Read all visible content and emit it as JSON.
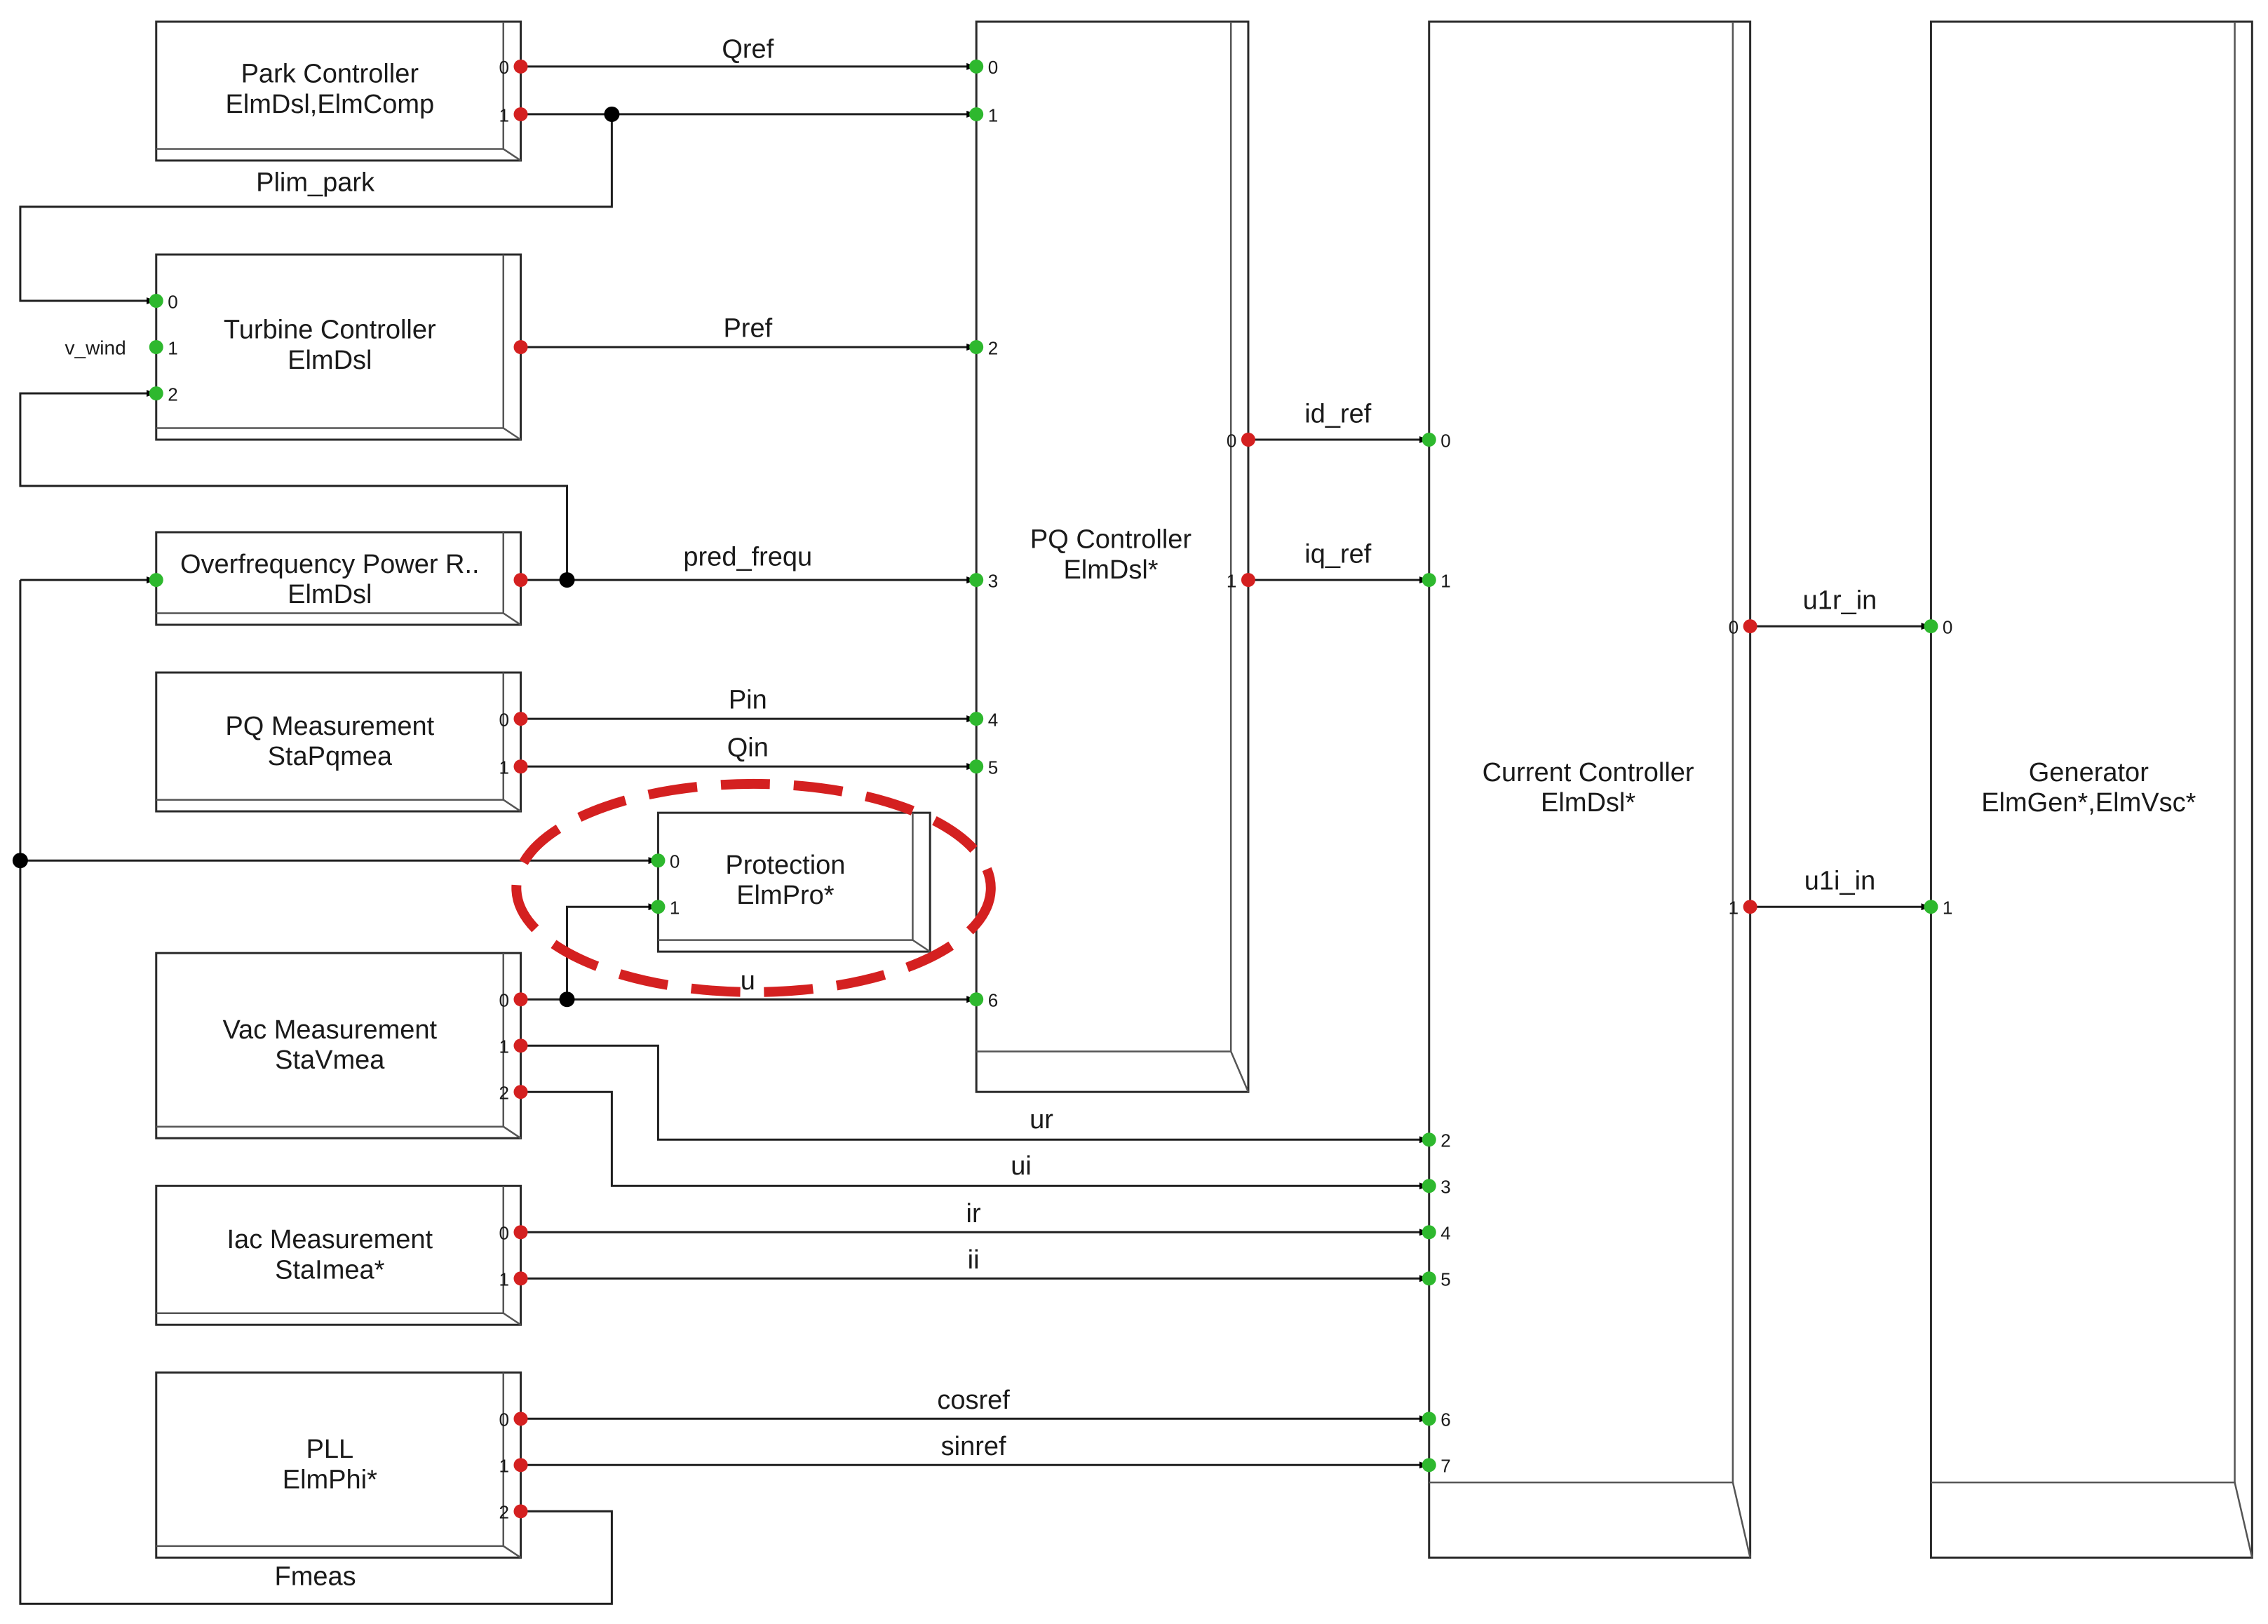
{
  "colors": {
    "input_port": "#2eb82e",
    "output_port": "#d42020",
    "highlight": "#d42020",
    "wire": "#1f1f1f",
    "junction": "#000000"
  },
  "blocks": [
    {
      "id": "park",
      "line1": "Park Controller",
      "line2": "ElmDsl,ElmComp"
    },
    {
      "id": "turbine",
      "line1": "Turbine Controller",
      "line2": "ElmDsl"
    },
    {
      "id": "overfreq",
      "line1": "Overfrequency Power R..",
      "line2": "ElmDsl"
    },
    {
      "id": "pqmeas",
      "line1": "PQ Measurement",
      "line2": "StaPqmea"
    },
    {
      "id": "protection",
      "line1": "Protection",
      "line2": "ElmPro*"
    },
    {
      "id": "vacmeas",
      "line1": "Vac Measurement",
      "line2": "StaVmea"
    },
    {
      "id": "iacmeas",
      "line1": "Iac Measurement",
      "line2": "StaImea*"
    },
    {
      "id": "pll",
      "line1": "PLL",
      "line2": "ElmPhi*"
    },
    {
      "id": "pqctrl",
      "line1": "PQ Controller",
      "line2": "ElmDsl*"
    },
    {
      "id": "curctrl",
      "line1": "Current Controller",
      "line2": "ElmDsl*"
    },
    {
      "id": "gen",
      "line1": "Generator",
      "line2": "ElmGen*,ElmVsc*"
    }
  ],
  "signals": [
    "Qref",
    "Pref",
    "pred_frequ",
    "Pin",
    "Qin",
    "u",
    "id_ref",
    "iq_ref",
    "ur",
    "ui",
    "ir",
    "ii",
    "cosref",
    "sinref",
    "u1r_in",
    "u1i_in",
    "Plim_park",
    "Fmeas",
    "v_wind"
  ],
  "port_numbers": [
    "0",
    "1",
    "2",
    "3",
    "4",
    "5",
    "6",
    "7"
  ]
}
